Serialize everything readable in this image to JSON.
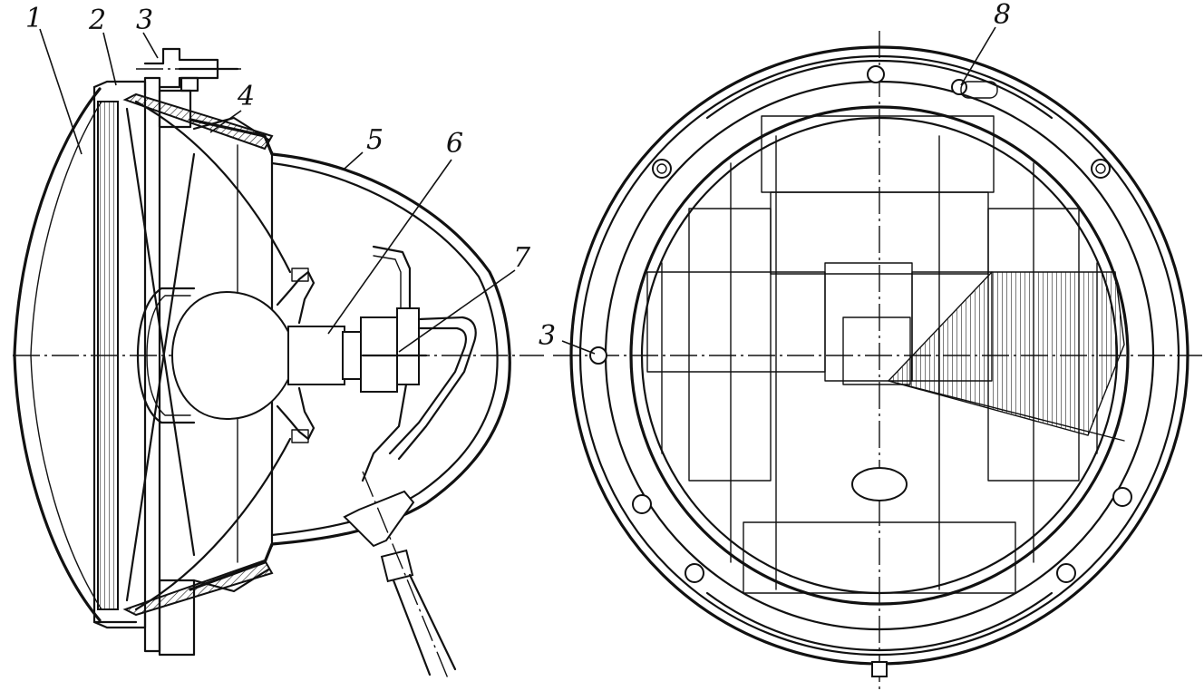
{
  "callouts": {
    "c1": "1",
    "c2": "2",
    "c3_side": "3",
    "c4": "4",
    "c5": "5",
    "c6": "6",
    "c7": "7",
    "c8": "8",
    "c3_front": "3"
  },
  "colors": {
    "ink": "#111111",
    "paper": "#ffffff"
  }
}
